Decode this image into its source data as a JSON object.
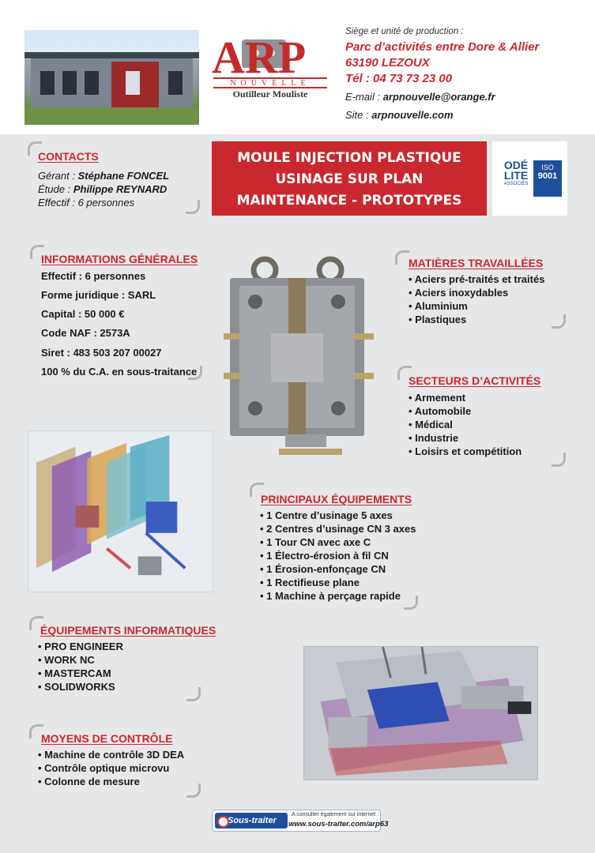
{
  "header": {
    "logo_letters": "ARP",
    "logo_nouvelle": "NOUVELLE",
    "logo_tagline": "Outilleur Mouliste",
    "siege": "Siège et unité de production :",
    "address1": "Parc d’activités entre Dore & Allier",
    "address2": "63190 LEZOUX",
    "phone": "Tél : 04 73 73 23 00",
    "email_label": "E-mail :",
    "email": "arpnouvelle@orange.fr",
    "site_label": "Site :",
    "site": "arpnouvelle.com"
  },
  "contacts": {
    "title": "CONTACTS",
    "gerant_label": "Gérant :",
    "gerant": "Stéphane FONCEL",
    "etude_label": "Étude :",
    "etude": "Philippe REYNARD",
    "effectif": "Effectif : 6 personnes"
  },
  "banner": {
    "line1": "MOULE INJECTION PLASTIQUE",
    "line2": "USINAGE SUR PLAN",
    "line3": "MAINTENANCE - PROTOTYPES"
  },
  "cert": {
    "odelite_line1": "ODÉ",
    "odelite_line2": "LITE",
    "odelite_sub": "ASSOCIÉS",
    "iso_label": "ISO",
    "iso_number": "9001"
  },
  "infos": {
    "title": "INFORMATIONS GÉNÉRALES",
    "lines": [
      "Effectif : 6 personnes",
      "Forme juridique : SARL",
      "Capital : 50 000 €",
      "Code NAF : 2573A",
      "Siret : 483 503 207 00027",
      "100 % du C.A. en sous-traitance"
    ]
  },
  "matieres": {
    "title": "MATIÈRES TRAVAILLÉES",
    "items": [
      "Aciers pré-traités et traités",
      "Aciers inoxydables",
      "Aluminium",
      "Plastiques"
    ]
  },
  "secteurs": {
    "title": "SECTEURS D’ACTIVITÉS",
    "items": [
      "Armement",
      "Automobile",
      "Médical",
      "Industrie",
      "Loisirs et compétition"
    ]
  },
  "equipements": {
    "title": "PRINCIPAUX ÉQUIPEMENTS",
    "items": [
      "1 Centre d’usinage 5 axes",
      "2 Centres d’usinage CN 3 axes",
      "1 Tour CN avec axe C",
      "1 Électro-érosion à fil CN",
      "1 Érosion-enfonçage CN",
      "1 Rectifieuse plane",
      "1 Machine à perçage rapide"
    ]
  },
  "informatiques": {
    "title": "ÉQUIPEMENTS INFORMATIQUES",
    "items": [
      "PRO ENGINEER",
      "WORK NC",
      "MASTERCAM",
      "SOLIDWORKS"
    ]
  },
  "controle": {
    "title": "MOYENS DE CONTRÔLE",
    "items": [
      "Machine de contrôle 3D DEA",
      "Contrôle optique microvu",
      "Colonne de mesure"
    ]
  },
  "footer": {
    "brand": "Sous-traiter",
    "note": "A consulter également sur internet :",
    "url": "www.sous-traiter.com/arp63"
  },
  "colors": {
    "accent_red": "#c8282e",
    "panel_grey": "#e6e7e8",
    "iso_blue": "#1e4f9a"
  }
}
